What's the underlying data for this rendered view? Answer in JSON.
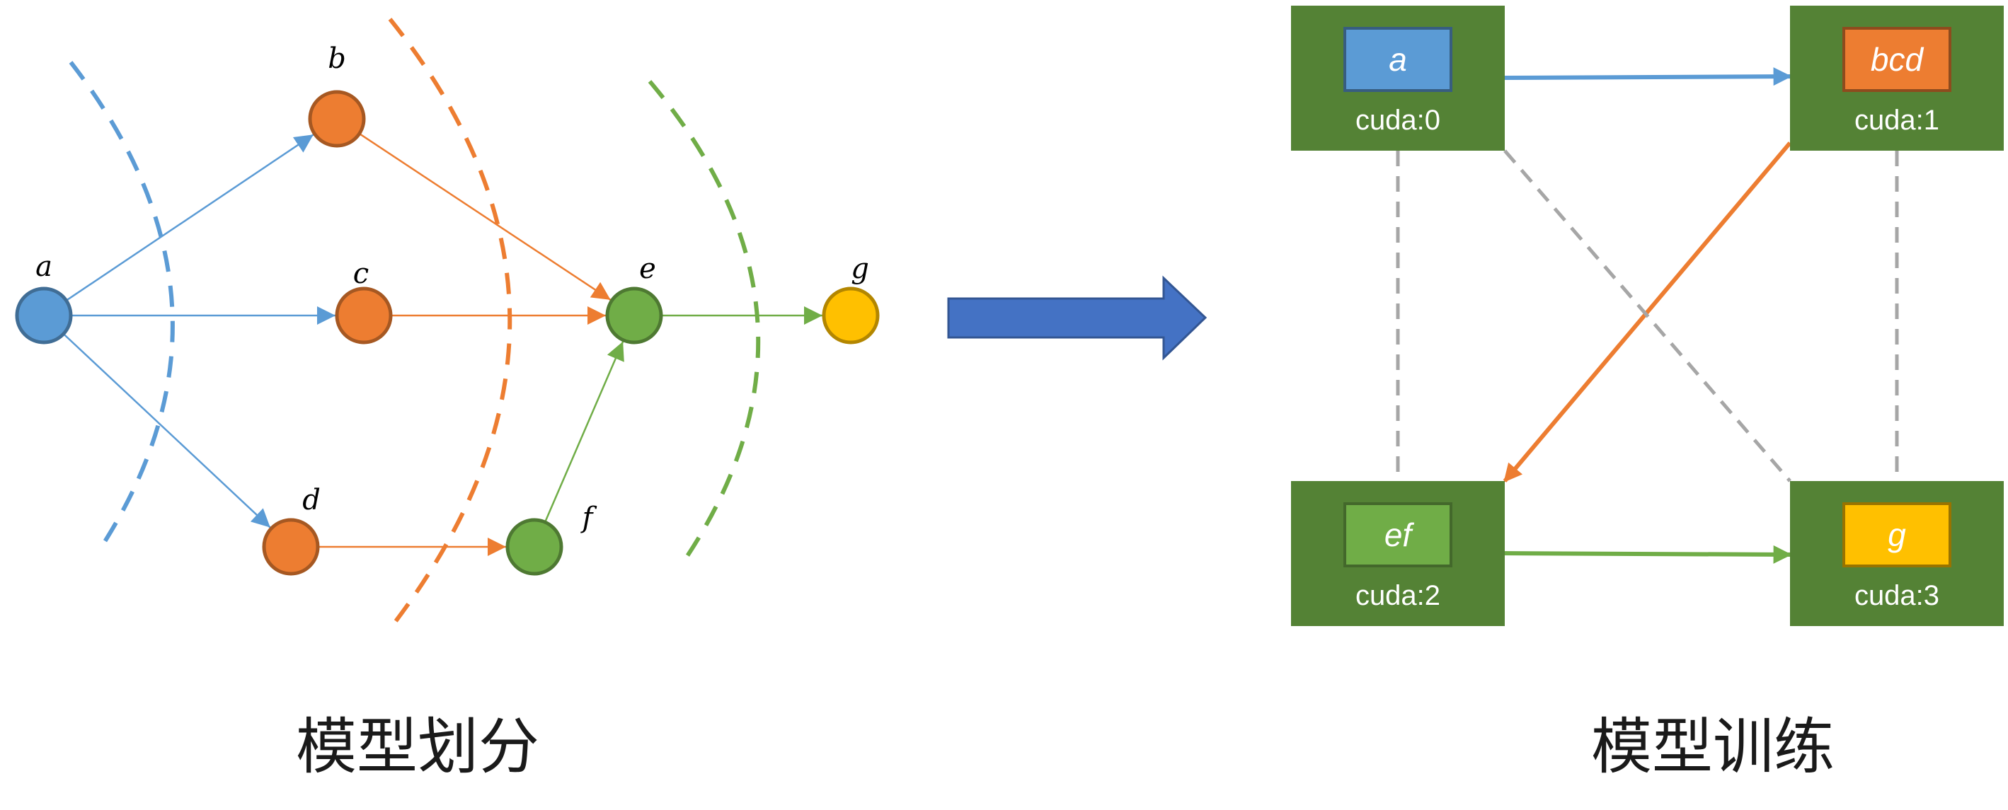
{
  "left_panel": {
    "caption": "模型划分",
    "nodes": [
      {
        "id": "a",
        "label": "a",
        "color": "#5b9bd5"
      },
      {
        "id": "b",
        "label": "b",
        "color": "#ed7d31"
      },
      {
        "id": "c",
        "label": "c",
        "color": "#ed7d31"
      },
      {
        "id": "d",
        "label": "d",
        "color": "#ed7d31"
      },
      {
        "id": "e",
        "label": "e",
        "color": "#70ad47"
      },
      {
        "id": "f",
        "label": "f",
        "color": "#70ad47"
      },
      {
        "id": "g",
        "label": "g",
        "color": "#ffc000"
      }
    ],
    "edges": [
      {
        "from": "a",
        "to": "b",
        "color": "#5b9bd5"
      },
      {
        "from": "a",
        "to": "c",
        "color": "#5b9bd5"
      },
      {
        "from": "a",
        "to": "d",
        "color": "#5b9bd5"
      },
      {
        "from": "b",
        "to": "e",
        "color": "#ed7d31"
      },
      {
        "from": "c",
        "to": "e",
        "color": "#ed7d31"
      },
      {
        "from": "d",
        "to": "f",
        "color": "#ed7d31"
      },
      {
        "from": "f",
        "to": "e",
        "color": "#70ad47"
      },
      {
        "from": "e",
        "to": "g",
        "color": "#70ad47"
      }
    ],
    "partition_lines": [
      {
        "color": "#5b9bd5"
      },
      {
        "color": "#ed7d31"
      },
      {
        "color": "#70ad47"
      }
    ]
  },
  "transition_arrow": {
    "color": "#4472c4"
  },
  "right_panel": {
    "caption": "模型训练",
    "devices": [
      {
        "id": "cuda0",
        "device": "cuda:0",
        "part": "a",
        "part_color": "#5b9bd5",
        "part_text_color": "#ffffff"
      },
      {
        "id": "cuda1",
        "device": "cuda:1",
        "part": "bcd",
        "part_color": "#ed7d31",
        "part_text_color": "#ffffff"
      },
      {
        "id": "cuda2",
        "device": "cuda:2",
        "part": "ef",
        "part_color": "#70ad47",
        "part_text_color": "#ffffff"
      },
      {
        "id": "cuda3",
        "device": "cuda:3",
        "part": "g",
        "part_color": "#ffc000",
        "part_text_color": "#ffffff"
      }
    ],
    "device_color": "#548235",
    "links": [
      {
        "from": "cuda0",
        "to": "cuda1",
        "style": "arrow",
        "color": "#5b9bd5"
      },
      {
        "from": "cuda1",
        "to": "cuda2",
        "style": "arrow",
        "color": "#ed7d31"
      },
      {
        "from": "cuda2",
        "to": "cuda3",
        "style": "arrow",
        "color": "#70ad47"
      },
      {
        "from": "cuda0",
        "to": "cuda2",
        "style": "dashed",
        "color": "#a6a6a6"
      },
      {
        "from": "cuda1",
        "to": "cuda3",
        "style": "dashed",
        "color": "#a6a6a6"
      },
      {
        "from": "cuda0",
        "to": "cuda3",
        "style": "dashed",
        "color": "#a6a6a6"
      }
    ]
  }
}
